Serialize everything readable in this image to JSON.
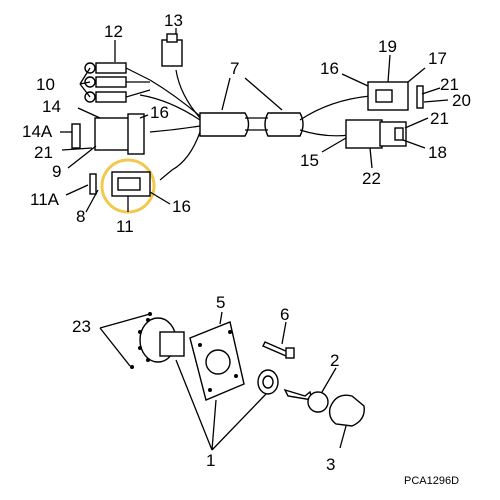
{
  "callouts": {
    "c1": "1",
    "c2": "2",
    "c3": "3",
    "c5": "5",
    "c6": "6",
    "c7": "7",
    "c8": "8",
    "c9": "9",
    "c10": "10",
    "c11": "11",
    "c11a": "11A",
    "c12": "12",
    "c13": "13",
    "c14": "14",
    "c14a": "14A",
    "c15": "15",
    "c16a": "16",
    "c16b": "16",
    "c16c": "16",
    "c17": "17",
    "c18": "18",
    "c19": "19",
    "c20": "20",
    "c21a": "21",
    "c21b": "21",
    "c21c": "21",
    "c22": "22",
    "c23": "23"
  },
  "figure_ref": "PCA1296D",
  "highlight_color": "#f2c94c"
}
